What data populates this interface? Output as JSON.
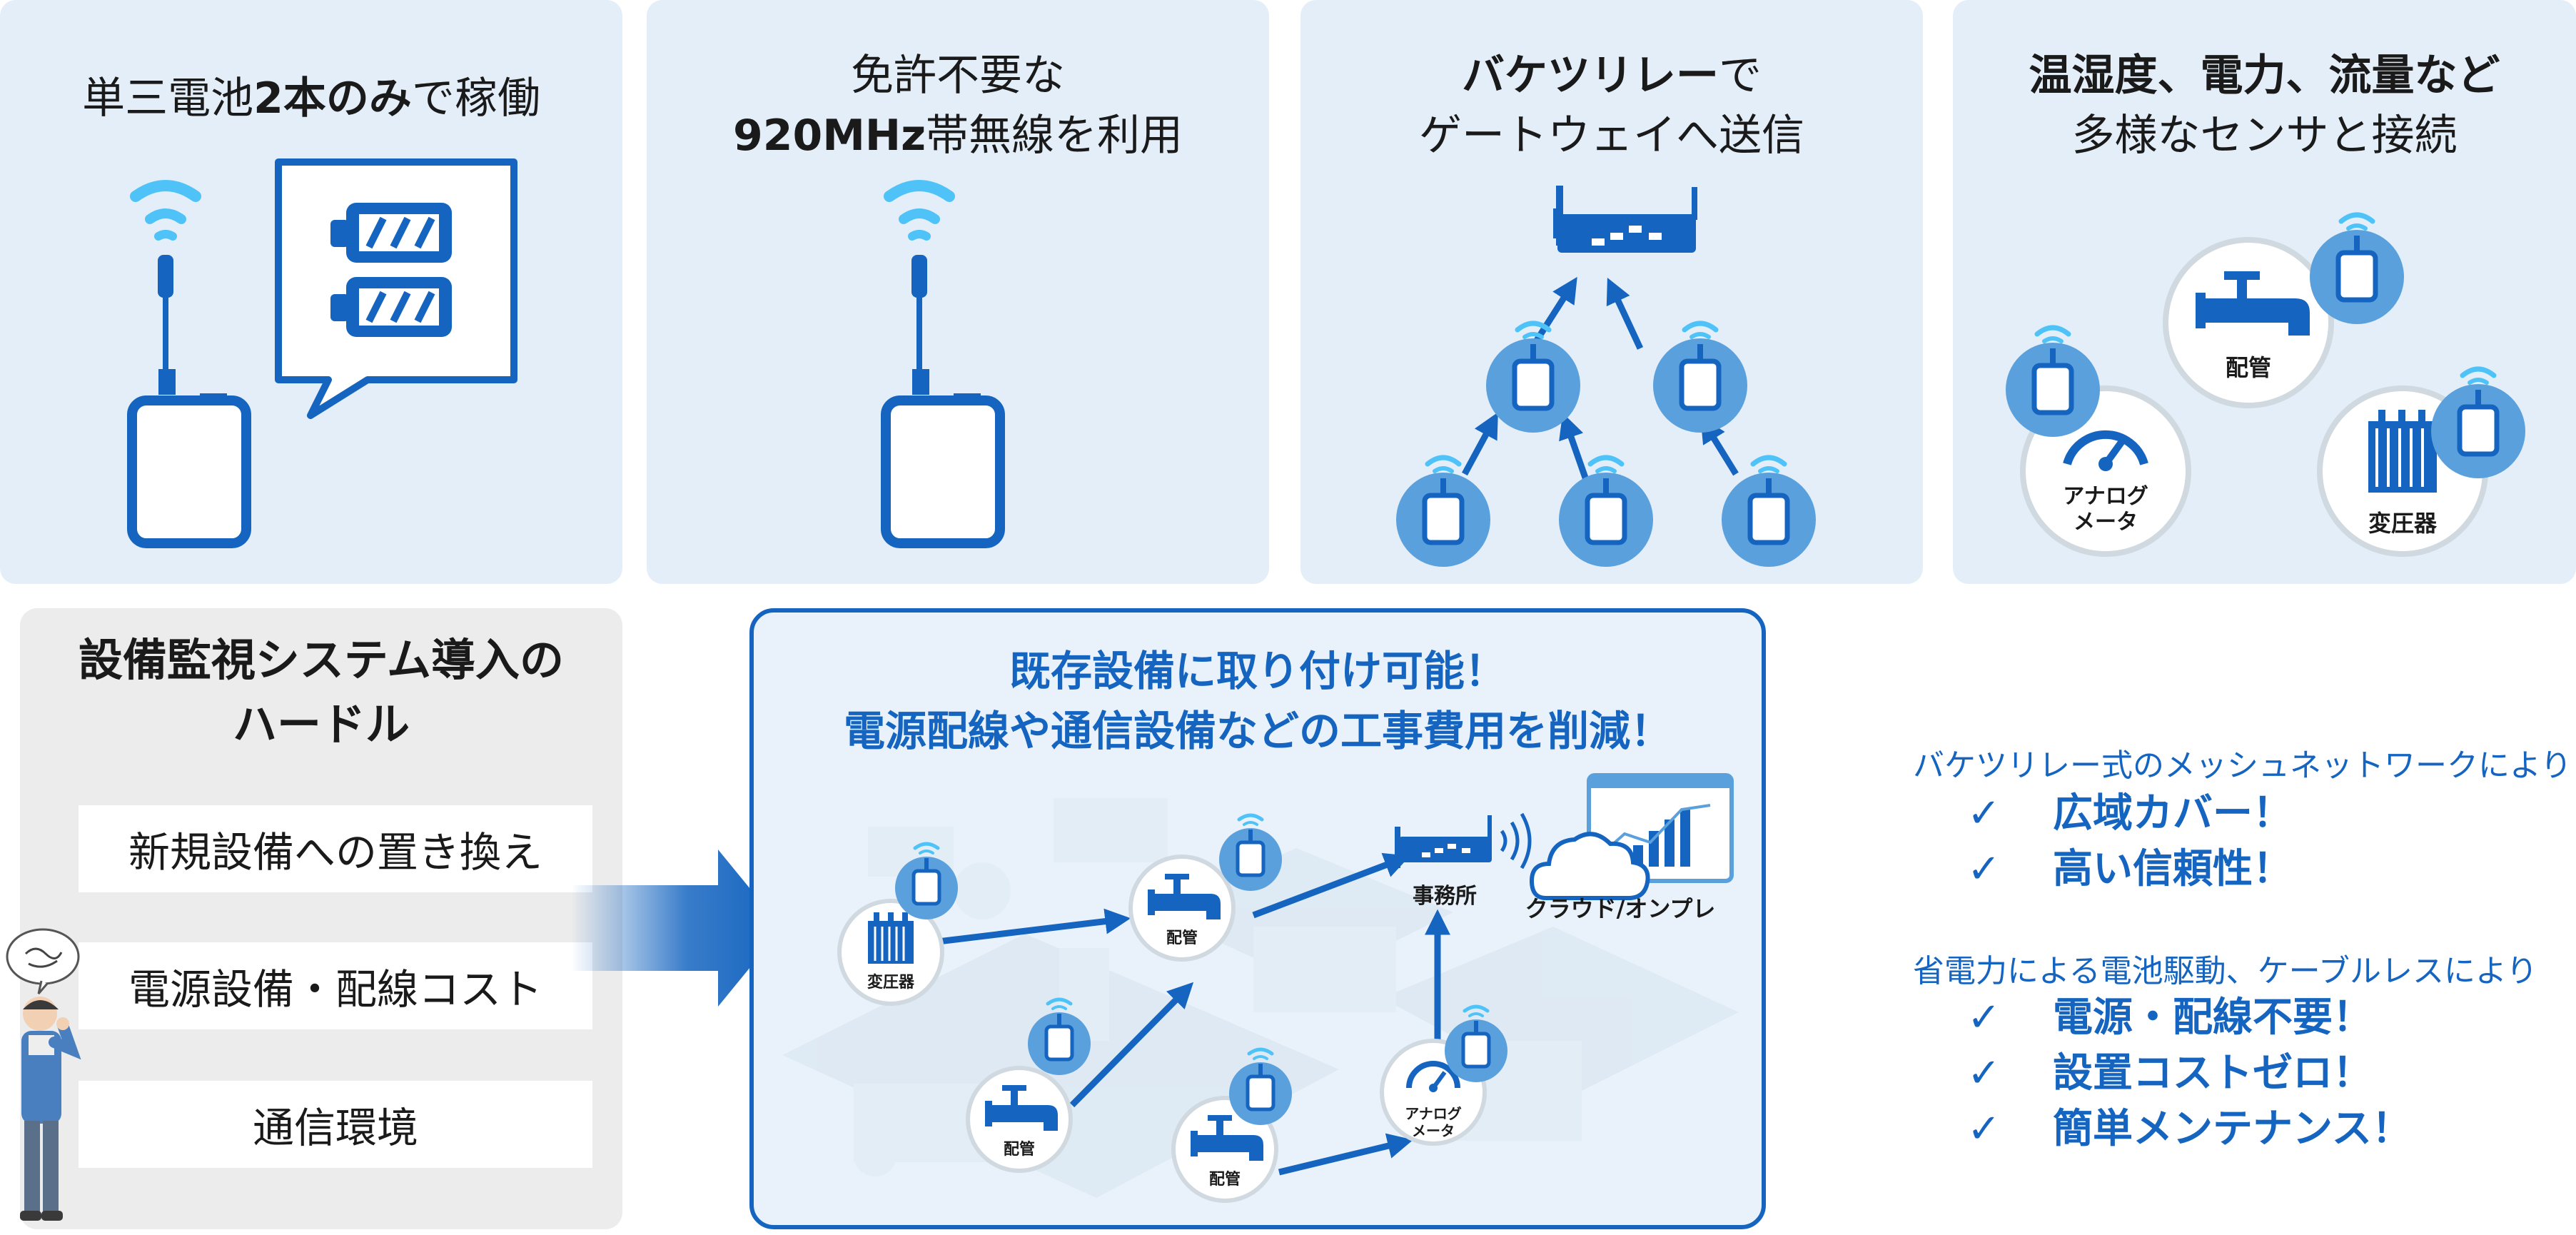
{
  "panels": [
    {
      "line1_pre": "単三電池",
      "line1_bold": "2本のみ",
      "line1_post": "で稼働"
    },
    {
      "line1": "免許不要な",
      "line2_bold": "920MHz",
      "line2_post": "帯無線を利用"
    },
    {
      "line1_bold": "バケツリレー",
      "line1_post": "で",
      "line2": "ゲートウェイへ送信"
    },
    {
      "line1_bold": "温湿度、電力、流量など",
      "line2": "多様なセンサと接続",
      "labels": {
        "pipe": "配管",
        "meter": "アナログ\nメータ",
        "transformer": "変圧器"
      }
    }
  ],
  "hurdles": {
    "title_line1": "設備監視システム導入の",
    "title_line2": "ハードル",
    "items": [
      "新規設備への置き換え",
      "電源設備・配線コスト",
      "通信環境"
    ]
  },
  "central": {
    "title_line1": "既存設備に取り付け可能！",
    "title_line2": "電源配線や通信設備などの工事費用を削減！",
    "labels": {
      "transformer": "変圧器",
      "pipe1": "配管",
      "pipe2": "配管",
      "pipe3": "配管",
      "meter": "アナログ\nメータ",
      "office": "事務所",
      "cloud": "クラウド/オンプレ"
    }
  },
  "benefits": {
    "group1_heading": "バケツリレー式のメッシュネットワークにより",
    "group1_items": [
      "広域カバー！",
      "高い信頼性！"
    ],
    "group2_heading": "省電力による電池駆動、ケーブルレスにより",
    "group2_items": [
      "電源・配線不要！",
      "設置コストゼロ！",
      "簡単メンテナンス！"
    ],
    "check_mark": "✓"
  },
  "colors": {
    "panel_bg": "#e3eef8",
    "brand_blue": "#1565c0",
    "wifi_blue": "#4fc3f7",
    "node_circle": "#5aa0dc"
  }
}
